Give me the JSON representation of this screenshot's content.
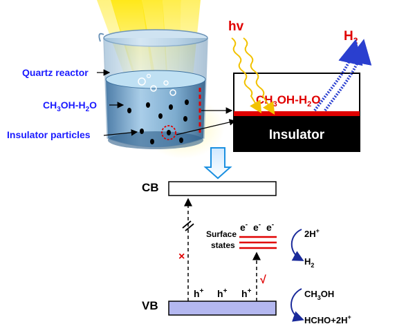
{
  "labels": {
    "quartz_reactor": "Quartz reactor",
    "solution": "CH",
    "solution_sub1": "3",
    "solution_mid": "OH-H",
    "solution_sub2": "2",
    "solution_end": "O",
    "insulator_particles": "Insulator particles",
    "hv": "hv",
    "h2_main": "H",
    "h2_sub": "2",
    "film_solution": "CH",
    "film_sub1": "3",
    "film_mid": "OH-H",
    "film_sub2": "2",
    "film_end": "O",
    "insulator": "Insulator",
    "cb": "CB",
    "vb": "VB",
    "surface_states_line1": "Surface",
    "surface_states_line2": "states",
    "electron": "e",
    "electron_sup": "-",
    "hole": "h",
    "hole_sup": "+",
    "two_h_plus": "2H",
    "two_h_plus_sup": "+",
    "h2_small": "H",
    "h2_small_sub": "2",
    "ch3oh": "CH",
    "ch3oh_sub": "3",
    "ch3oh_end": "OH",
    "product": "HCHO+2H",
    "product_sup": "+",
    "forbidden_mark": "×",
    "allowed_mark": "√"
  },
  "colors": {
    "label_blue": "#1a1aff",
    "red": "#e00000",
    "navy": "#1a2a9a",
    "vb_fill": "#b4b8f0",
    "insulator_black": "#000000",
    "light_ray": "#ffd400"
  },
  "icons": [
    "sunlight-rays-icon",
    "beaker-icon",
    "down-arrow-icon",
    "photon-wave-icon",
    "h2-release-arrow-icon"
  ]
}
